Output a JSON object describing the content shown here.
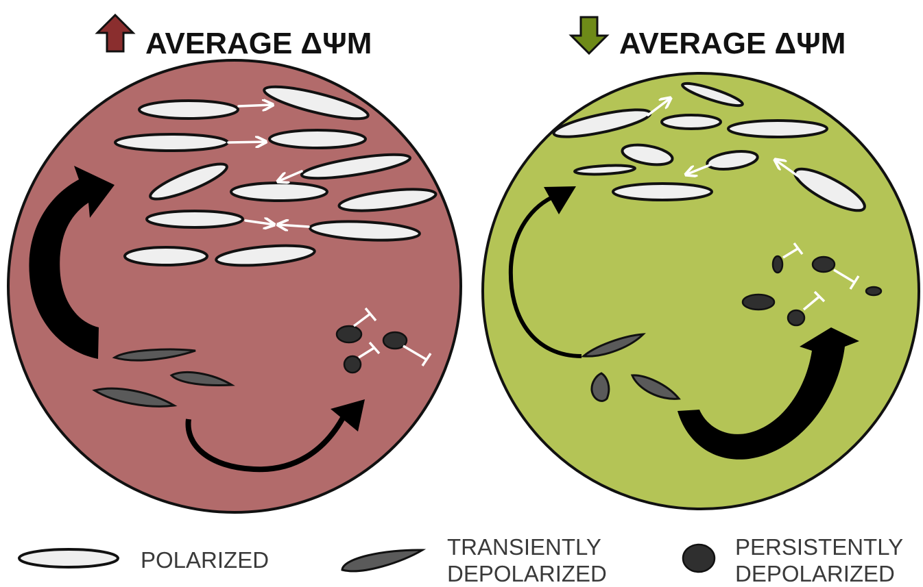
{
  "panels": [
    {
      "title": "AVERAGE ΔΨM",
      "direction": "up",
      "arrow_color": "#8a2e2e",
      "cell_color": "#b26b6b"
    },
    {
      "title": "AVERAGE ΔΨM",
      "direction": "down",
      "arrow_color": "#6e8a18",
      "cell_color": "#b4c456"
    }
  ],
  "legend": [
    {
      "lines": [
        "POLARIZED"
      ],
      "shape": "polarized"
    },
    {
      "lines": [
        "TRANSIENTLY",
        "DEPOLARIZED"
      ],
      "shape": "transient"
    },
    {
      "lines": [
        "PERSISTENTLY",
        "DEPOLARIZED"
      ],
      "shape": "persistent"
    }
  ],
  "colors": {
    "polarized_fill": "#efefef",
    "transient_fill": "#5a5a5a",
    "persistent_fill": "#2f2f2f"
  }
}
